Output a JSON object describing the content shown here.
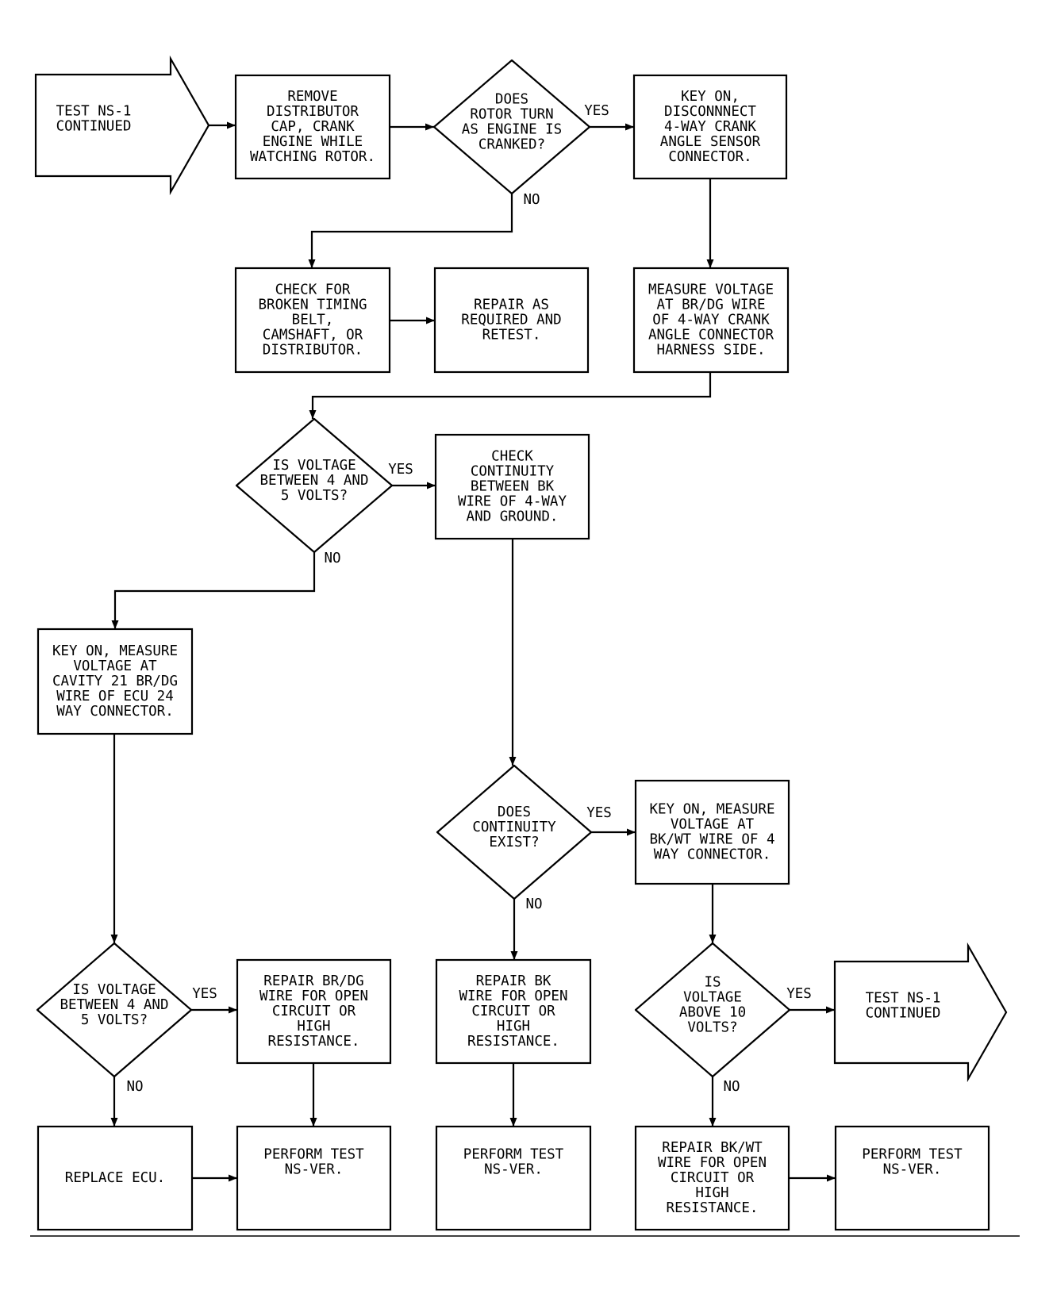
{
  "nodes": {
    "start_arrow": [
      "TEST NS-1",
      "CONTINUED"
    ],
    "remove_cap": [
      "REMOVE",
      "DISTRIBUTOR",
      "CAP, CRANK",
      "ENGINE WHILE",
      "WATCHING ROTOR."
    ],
    "rotor_turn": [
      "DOES",
      "ROTOR TURN",
      "AS ENGINE IS",
      "CRANKED?"
    ],
    "key_on_disconnect": [
      "KEY ON,",
      "DISCONNNECT",
      "4-WAY CRANK",
      "ANGLE SENSOR",
      "CONNECTOR."
    ],
    "check_belt": [
      "CHECK FOR",
      "BROKEN TIMING",
      "BELT,",
      "CAMSHAFT, OR",
      "DISTRIBUTOR."
    ],
    "repair_retest": [
      "REPAIR AS",
      "REQUIRED AND",
      "RETEST."
    ],
    "measure_brdg": [
      "MEASURE VOLTAGE",
      "AT BR/DG WIRE",
      "OF 4-WAY CRANK",
      "ANGLE CONNECTOR",
      "HARNESS SIDE."
    ],
    "volt_4_5_a": [
      "IS VOLTAGE",
      "BETWEEN 4 AND",
      "5 VOLTS?"
    ],
    "check_continuity": [
      "CHECK",
      "CONTINUITY",
      "BETWEEN BK",
      "WIRE OF 4-WAY",
      "AND GROUND."
    ],
    "key_on_cavity21": [
      "KEY ON, MEASURE",
      "VOLTAGE AT",
      "CAVITY 21 BR/DG",
      "WIRE OF ECU 24",
      "WAY CONNECTOR."
    ],
    "continuity_exist": [
      "DOES",
      "CONTINUITY",
      "EXIST?"
    ],
    "key_on_bkwt": [
      "KEY ON, MEASURE",
      "VOLTAGE AT",
      "BK/WT WIRE OF 4",
      "WAY CONNECTOR."
    ],
    "volt_4_5_b": [
      "IS VOLTAGE",
      "BETWEEN 4 AND",
      "5 VOLTS?"
    ],
    "repair_brdg": [
      "REPAIR BR/DG",
      "WIRE FOR OPEN",
      "CIRCUIT OR",
      "HIGH",
      "RESISTANCE."
    ],
    "repair_bk": [
      "REPAIR BK",
      "WIRE FOR OPEN",
      "CIRCUIT OR",
      "HIGH",
      "RESISTANCE."
    ],
    "volt_above_10": [
      "IS",
      "VOLTAGE",
      "ABOVE 10",
      "VOLTS?"
    ],
    "end_arrow": [
      "TEST NS-1",
      "CONTINUED"
    ],
    "replace_ecu": [
      "REPLACE ECU."
    ],
    "perform_1": [
      "PERFORM TEST",
      "NS-VER."
    ],
    "perform_2": [
      "PERFORM TEST",
      "NS-VER."
    ],
    "repair_bkwt": [
      "REPAIR BK/WT",
      "WIRE FOR OPEN",
      "CIRCUIT OR",
      "HIGH",
      "RESISTANCE."
    ],
    "perform_3": [
      "PERFORM TEST",
      "NS-VER."
    ]
  },
  "labels": {
    "yes": "YES",
    "no": "NO"
  }
}
